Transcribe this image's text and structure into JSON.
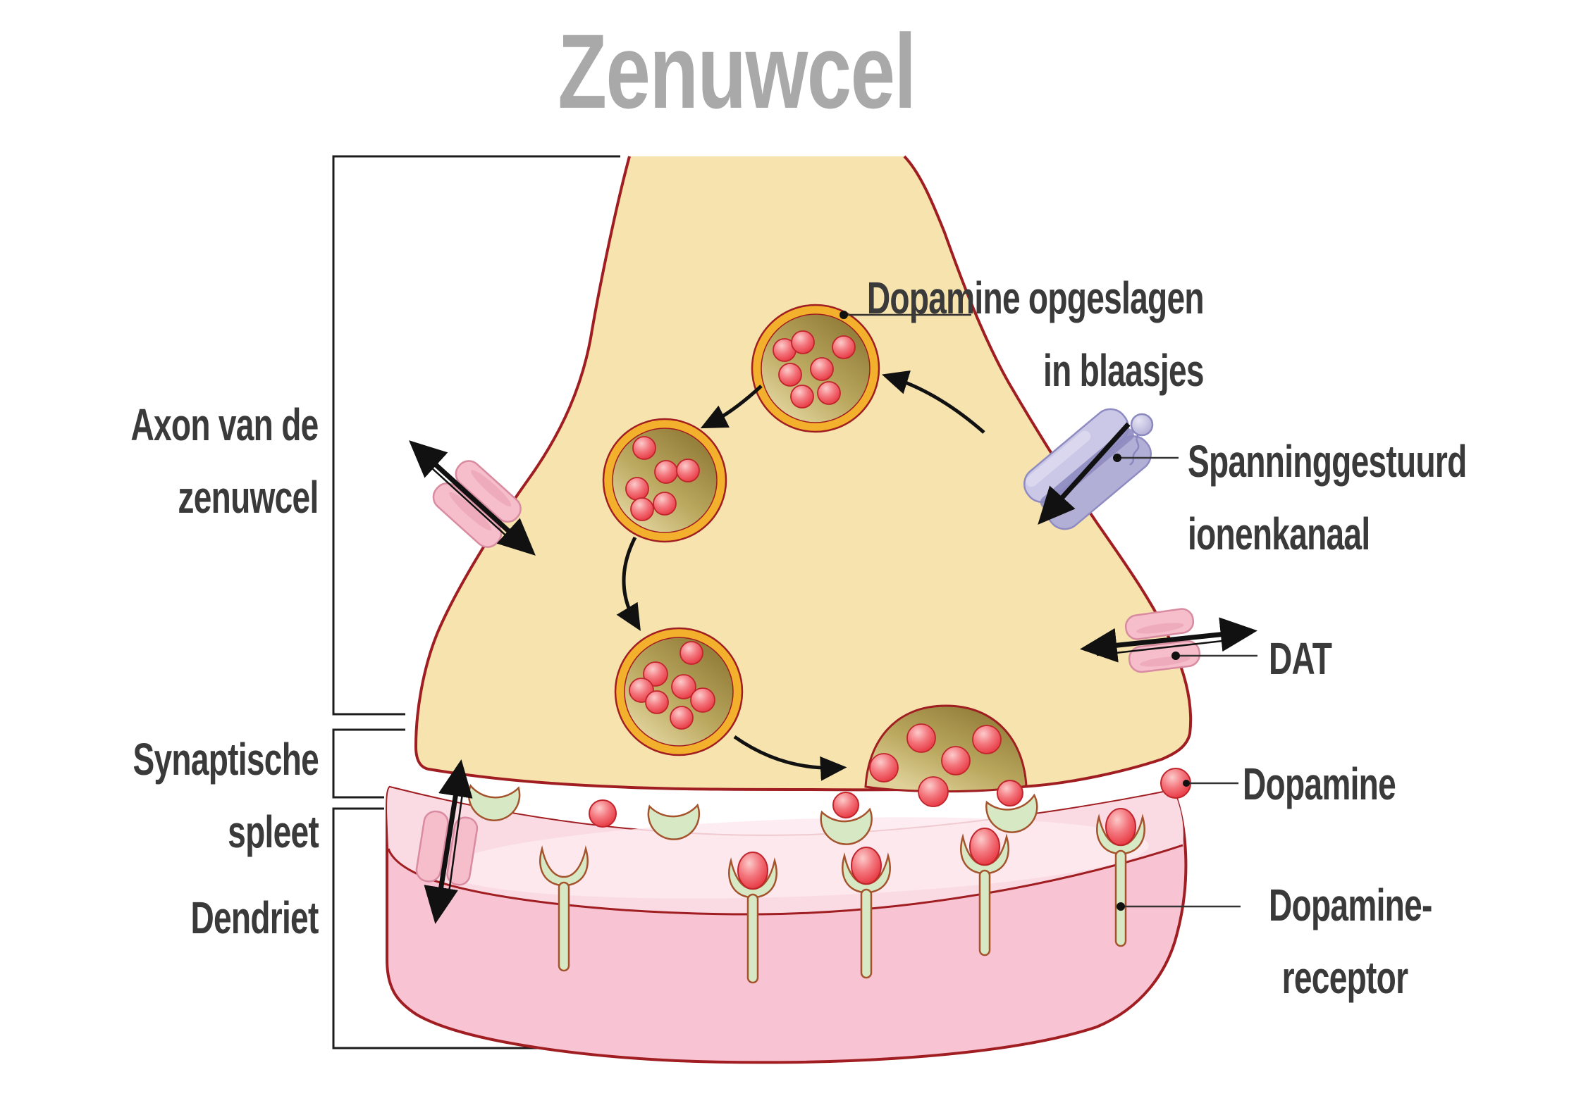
{
  "title": "Zenuwcel",
  "labels": {
    "axon": {
      "line1": "Axon van de",
      "line2": "zenuwcel"
    },
    "synaptic_cleft": {
      "line1": "Synaptische",
      "line2": "spleet"
    },
    "dendrite": "Dendriet",
    "vesicle_storage": {
      "line1": "Dopamine opgeslagen",
      "line2": "in blaasjes"
    },
    "ion_channel": {
      "line1": "Spanninggestuurd",
      "line2": "ionenkanaal"
    },
    "dat": "DAT",
    "dopamine": "Dopamine",
    "dopamine_receptor": {
      "line1": "Dopamine-",
      "line2": "receptor"
    }
  },
  "colors": {
    "title_gray": "#a9a9a9",
    "label_text": "#3a3a3a",
    "membrane_outline": "#a01d21",
    "axon_fill": "#f7e3ae",
    "vesicle_ring_gold": "#f2b02c",
    "vesicle_interior_olive": "#a08b44",
    "dopamine_red": "#ee3b44",
    "dendrite_top_pink": "#fadbe4",
    "dendrite_body_pink": "#f8c3d2",
    "receptor_green": "#d6e9c4",
    "transporter_pink": "#f6bdca",
    "ion_channel_lavender": "#b2afd6"
  }
}
